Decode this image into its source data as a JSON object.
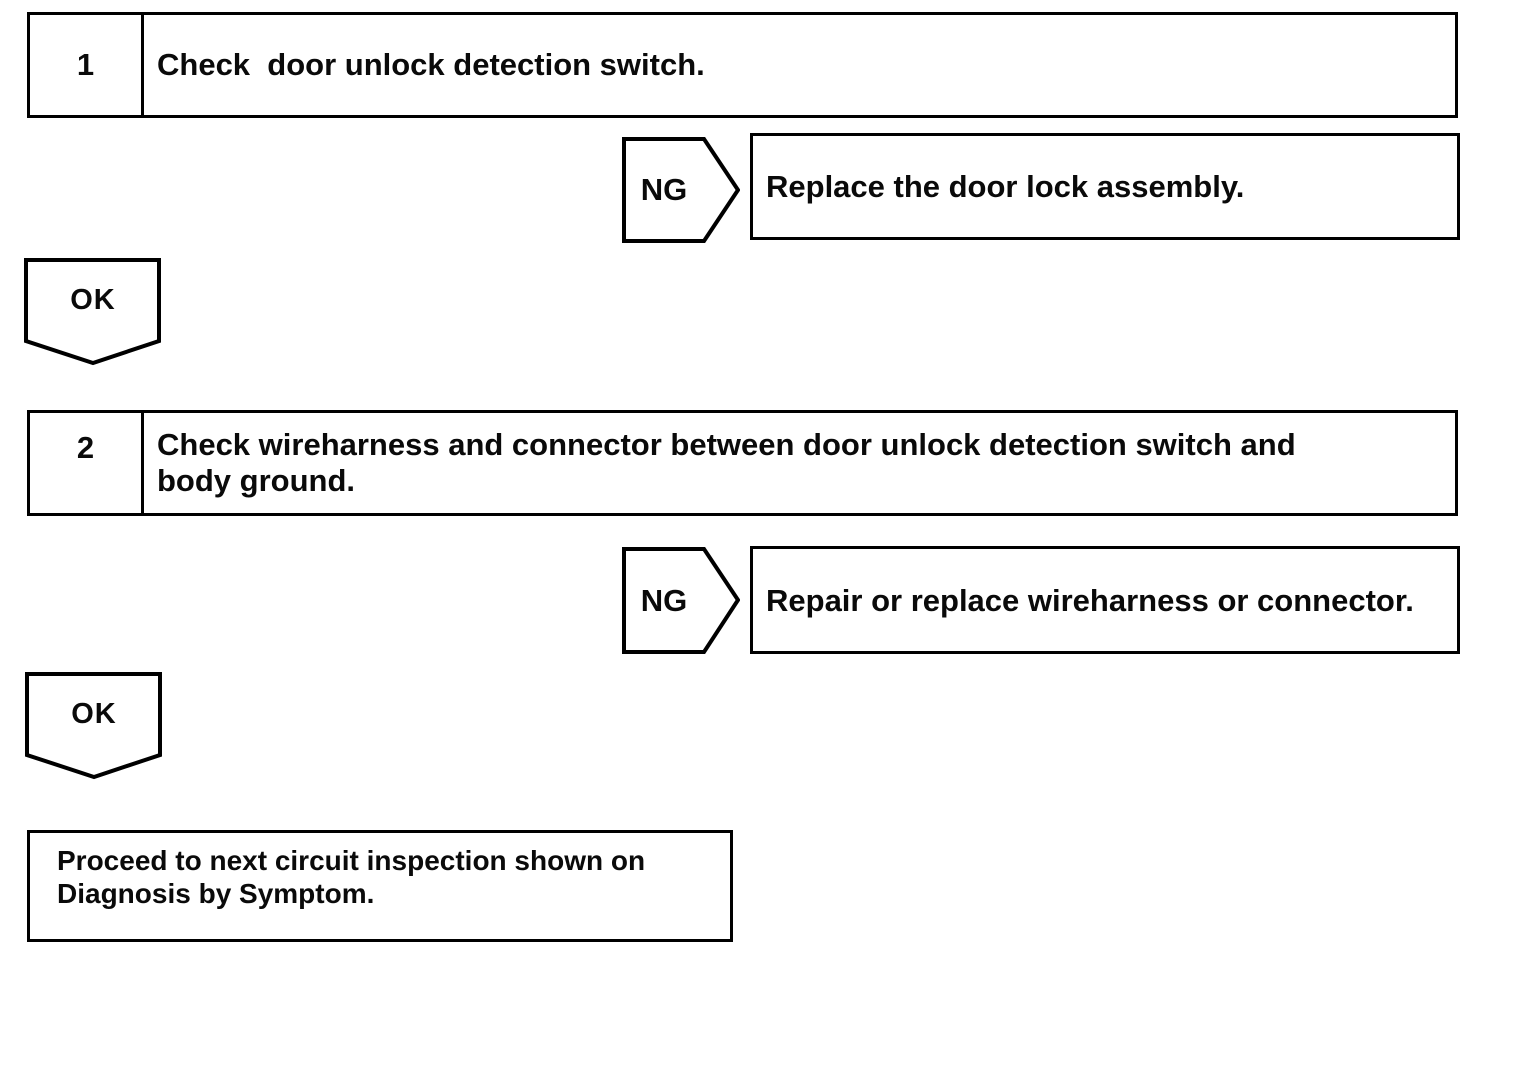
{
  "canvas": {
    "background": "#ffffff",
    "ink": "#000000"
  },
  "flowchart": {
    "steps": [
      {
        "number": "1",
        "instruction": "Check  door unlock detection switch.",
        "ng_label": "NG",
        "ng_result": "Replace the door lock assembly.",
        "ok_label": "OK"
      },
      {
        "number": "2",
        "instruction": "Check wireharness and connector between door unlock detection switch and body ground.",
        "ng_label": "NG",
        "ng_result": "Repair or replace wireharness or connector.",
        "ok_label": "OK"
      }
    ],
    "terminal_text": "Proceed to next circuit inspection shown on Diagnosis by Symptom."
  }
}
